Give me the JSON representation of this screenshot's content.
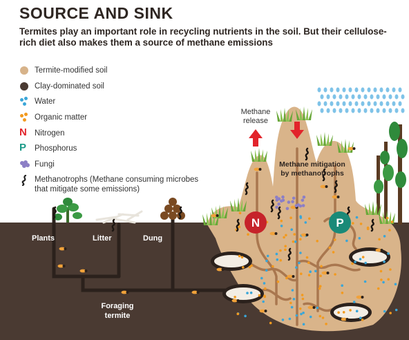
{
  "title": "SOURCE AND SINK",
  "subtitle": "Termites play an important role in recycling nutrients in the soil. But their cellulose-rich diet also makes them a source of methane emissions",
  "legend": [
    {
      "icon": "soil-dot-icon",
      "color": "#d7b38a",
      "label": "Termite-modified soil"
    },
    {
      "icon": "clay-dot-icon",
      "color": "#4a3a32",
      "label": "Clay-dominated soil"
    },
    {
      "icon": "water-drops-icon",
      "color": "#3aa6d8",
      "label": "Water"
    },
    {
      "icon": "organic-matter-icon",
      "color": "#f29a1f",
      "label": "Organic matter"
    },
    {
      "icon": "nitrogen-icon",
      "color": "#e2242b",
      "label": "Nitrogen",
      "symbol": "N"
    },
    {
      "icon": "phosphorus-icon",
      "color": "#1a9a88",
      "label": "Phosphorus",
      "symbol": "P"
    },
    {
      "icon": "fungi-icon",
      "color": "#8c7fc6",
      "label": "Fungi"
    },
    {
      "icon": "methanotroph-icon",
      "color": "#222222",
      "label": "Methanotrophs (Methane consuming microbes that mitigate some emissions)"
    }
  ],
  "diagram": {
    "labels": {
      "plants": "Plants",
      "litter": "Litter",
      "dung": "Dung",
      "foraging_l1": "Foraging",
      "foraging_l2": "termite",
      "methane_release_l1": "Methane",
      "methane_release_l2": "release",
      "mitigation_l1": "Methane mitigation",
      "mitigation_l2": "by methanotrophs",
      "nitrogen": "N",
      "phosphorus": "P"
    },
    "colors": {
      "clay": "#4a3a32",
      "mound": "#d9b48a",
      "tunnel": "#a9774f",
      "grass": "#7ab648",
      "water": "#3aa6d8",
      "arrow": "#e2242b",
      "sky_drops": "#7fc3e8"
    }
  }
}
